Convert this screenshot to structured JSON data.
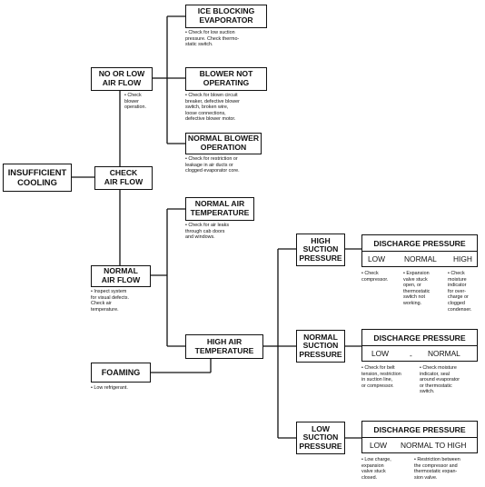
{
  "boxes": {
    "insufficient_cooling": "INSUFFICIENT\nCOOLING",
    "check_air_flow": "CHECK\nAIR FLOW",
    "no_or_low_air_flow": "NO OR LOW\nAIR FLOW",
    "normal_air_flow": "NORMAL\nAIR FLOW",
    "foaming": "FOAMING",
    "ice_blocking_evaporator": "ICE BLOCKING\nEVAPORATOR",
    "blower_not_operating": "BLOWER NOT\nOPERATING",
    "normal_blower_operation": "NORMAL BLOWER\nOPERATION",
    "normal_air_temperature": "NORMAL AIR\nTEMPERATURE",
    "high_air_temperature": "HIGH AIR\nTEMPERATURE",
    "high_suction_pressure": "HIGH\nSUCTION\nPRESSURE",
    "normal_suction_pressure": "NORMAL\nSUCTION\nPRESSURE",
    "low_suction_pressure": "LOW\nSUCTION\nPRESSURE"
  },
  "discharge": {
    "high": {
      "title": "DISCHARGE PRESSURE",
      "options": [
        "LOW",
        "NORMAL",
        "HIGH"
      ]
    },
    "normal": {
      "title": "DISCHARGE PRESSURE",
      "options": [
        "LOW",
        "NORMAL"
      ],
      "separator": "-"
    },
    "low": {
      "title": "DISCHARGE PRESSURE",
      "options": [
        "LOW",
        "NORMAL TO HIGH"
      ]
    }
  },
  "notes": {
    "check_blower": "Check\nblower\noperation.",
    "ice_blocking": "Check for low suction\npressure. Check thermo-\nstatic switch.",
    "blower_not_operating": "Check for blown circuit\nbreaker, defective blower\nswitch, broken wire,\nloose connections,\ndefective blower motor.",
    "normal_blower": "Check for restriction or\nleakage in air ducts or\nclogged evaporator core.",
    "normal_air_temp": "Check for air leaks\nthrough cab doors\nand windows.",
    "inspect_system": "Inspect system\nfor visual defects.\nCheck air\ntemperature.",
    "foaming": "Low refrigerant.",
    "high_low": "Check\ncompressor.",
    "high_normal": "Expansion\nvalve stuck\nopen, or\nthermostatic\nswitch not\nworking.",
    "high_high": "Check\nmoisture\nindicator\nfor over-\ncharge or\nclogged\ncondenser.",
    "normal_low": "Check for belt\ntension, restriction\nin suction line,\nor compressor.",
    "normal_normal": "Check moisture\nindicator, seal\naround evaporator\nor thermostatic\nswitch.",
    "low_low": "Low charge,\nexpansion\nvalve stuck\nclosed.",
    "low_normal_high": "Restriction between\nthe compressor and\nthermostatic expan-\nsion valve."
  }
}
